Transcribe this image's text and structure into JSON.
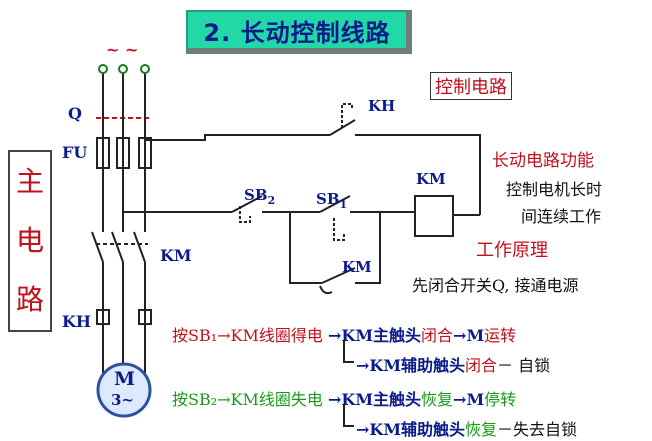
{
  "title": "2. 长动控制线路",
  "labels": {
    "phase_symbol": "~ ~",
    "q": "Q",
    "fu": "FU",
    "km_main": "KM",
    "kh_main": "KH",
    "motor": "M",
    "motor_phase": "3~",
    "kh_control": "KH",
    "sb2": "SB",
    "sb2_sub": "2",
    "sb1": "SB",
    "sb1_sub": "1",
    "km_coil": "KM",
    "km_aux": "KM"
  },
  "main_circuit_box": [
    "主",
    "电",
    "路"
  ],
  "control_circuit": "控制电路",
  "function_heading": "长动电路功能",
  "function_lines": [
    "控制电机长时",
    "间连续工作"
  ],
  "principle_heading": "工作原理",
  "principle_line": "先闭合开关Q, 接通电源",
  "steps": [
    {
      "a": "按SB₁→KM线圈",
      "b": "得电",
      "c": "→KM主触头",
      "d": "闭合",
      "e": "→M",
      "f": "运转"
    },
    {
      "a": "→KM辅助触头",
      "b": "闭合",
      "c": "－ 自锁"
    },
    {
      "a": "按SB₂→KM线圈",
      "b": "失电",
      "c": "→KM主触头",
      "d": "恢复",
      "e": "→M",
      "f": "停转"
    },
    {
      "a": "→KM辅助触头",
      "b": "恢复",
      "c": "－失去自锁"
    }
  ],
  "colors": {
    "title_bg": "#21d8a6",
    "title_text": "#0d1a8a",
    "red": "#c0101a",
    "green": "#1a9a1a",
    "blue": "#0a1b8c",
    "wire": "#222222",
    "motor_fill": "#dce9ff"
  }
}
